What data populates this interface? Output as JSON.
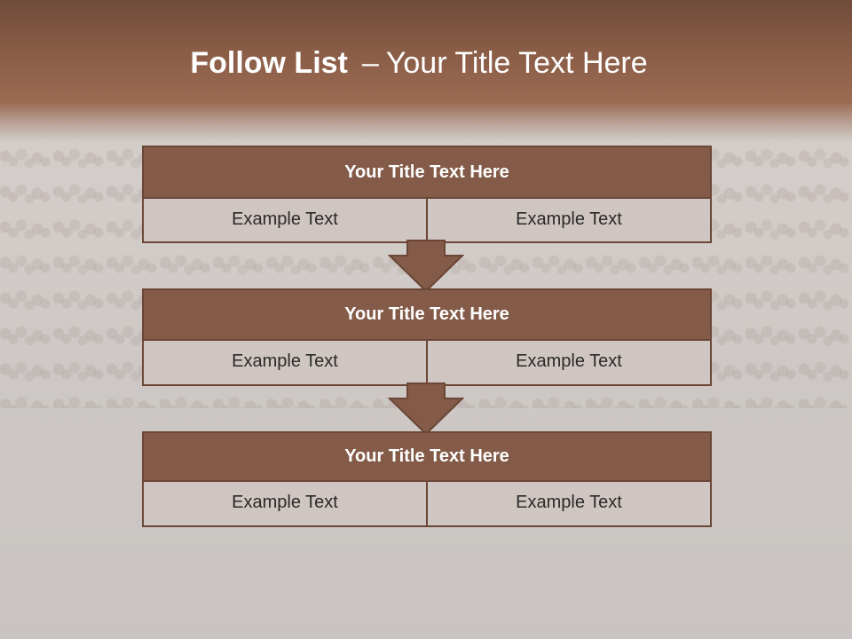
{
  "slide": {
    "title_bold": "Follow List",
    "title_separator": "–",
    "title_rest": "Your Title Text Here"
  },
  "steps": [
    {
      "title": "Your Title Text Here",
      "left": "Example Text",
      "right": "Example Text"
    },
    {
      "title": "Your Title Text Here",
      "left": "Example Text",
      "right": "Example Text"
    },
    {
      "title": "Your Title Text Here",
      "left": "Example Text",
      "right": "Example Text"
    }
  ],
  "colors": {
    "header_fill": "#835b48",
    "border": "#6b4636",
    "cell_fill": "#cfc5c1",
    "arrow": "#835b48",
    "title_text": "#ffffff"
  }
}
